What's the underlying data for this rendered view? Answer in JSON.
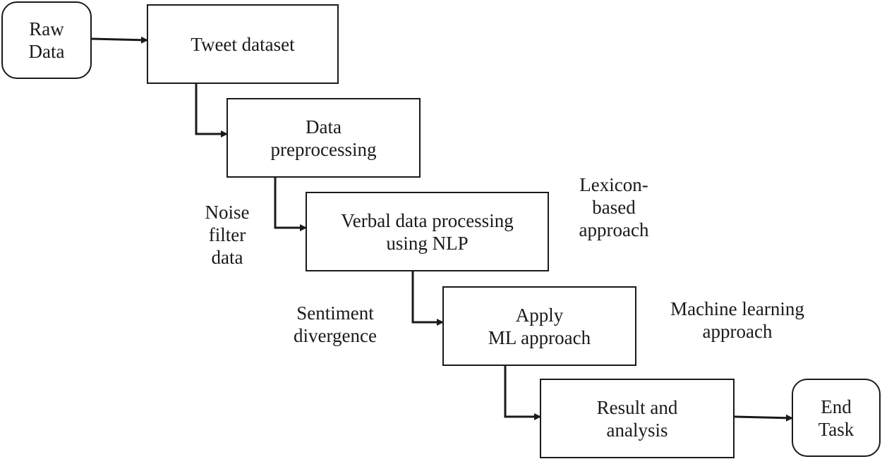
{
  "nodes": {
    "raw_data": [
      "Raw",
      "Data"
    ],
    "tweet_dataset": [
      "Tweet dataset"
    ],
    "data_preprocessing": [
      "Data",
      "preprocessing"
    ],
    "verbal_processing": [
      "Verbal data processing",
      "using NLP"
    ],
    "apply_ml": [
      "Apply",
      "ML approach"
    ],
    "result_analysis": [
      "Result and",
      "analysis"
    ],
    "end_task": [
      "End",
      "Task"
    ]
  },
  "annotations": {
    "noise_filter": [
      "Noise",
      "filter",
      "data"
    ],
    "sentiment_divergence": [
      "Sentiment",
      "divergence"
    ],
    "lexicon_based": [
      "Lexicon-",
      "based",
      "approach"
    ],
    "machine_learning": [
      "Machine learning",
      "approach"
    ]
  },
  "colors": {
    "stroke": "#1a1a1a",
    "background": "#ffffff"
  }
}
